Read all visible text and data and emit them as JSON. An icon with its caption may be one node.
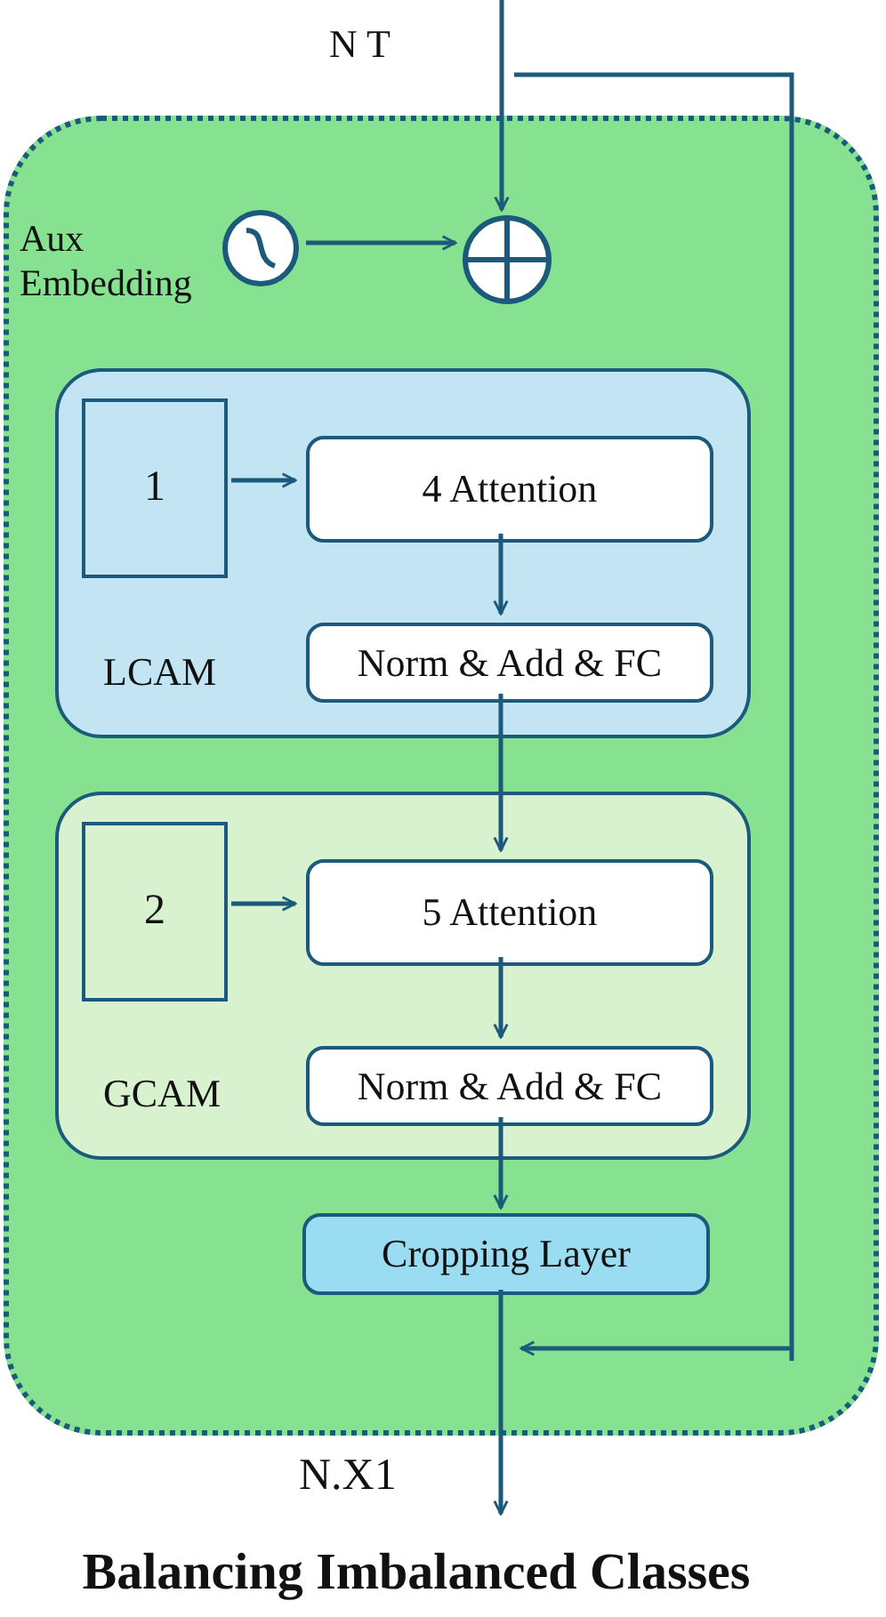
{
  "diagram": {
    "title": "Balancing Imbalanced Classes",
    "nodes": [
      {
        "text": [],
        "shape": "box"
      },
      {
        "text": [],
        "shape": "circle",
        "in": 0,
        "beside": [
          "Aux Embedding"
        ]
      },
      {
        "text": [],
        "shape": "circle",
        "in": 0
      },
      {
        "text": [
          "LCAM"
        ],
        "in": 0
      },
      {
        "text": [
          "1"
        ],
        "in": 3
      },
      {
        "text": [
          "4 Attention"
        ],
        "in": 3
      },
      {
        "text": [
          "Norm & Add & FC"
        ],
        "in": 3
      },
      {
        "text": [
          "GCAM"
        ],
        "in": 0
      },
      {
        "text": [
          "2"
        ],
        "in": 7
      },
      {
        "text": [
          "5 Attention"
        ],
        "in": 7
      },
      {
        "text": [
          "Norm & Add & FC"
        ],
        "in": 7
      },
      {
        "text": [
          "Cropping Layer"
        ],
        "in": 0
      }
    ],
    "edges": [
      {
        "from": null,
        "to": 2,
        "arrow": "to"
      },
      {
        "from": 1,
        "to": 2,
        "arrow": "to"
      },
      {
        "from": 4,
        "to": 5,
        "arrow": "to"
      },
      {
        "from": 5,
        "to": 6,
        "arrow": "to"
      },
      {
        "from": 6,
        "to": 9,
        "arrow": "to"
      },
      {
        "from": 8,
        "to": 9,
        "arrow": "to"
      },
      {
        "from": 9,
        "to": 10,
        "arrow": "to"
      },
      {
        "from": 10,
        "to": 11,
        "arrow": "to"
      },
      {
        "from": 11,
        "to": null,
        "arrow": "to"
      }
    ],
    "labels": [
      "N T",
      "N.X1"
    ]
  }
}
